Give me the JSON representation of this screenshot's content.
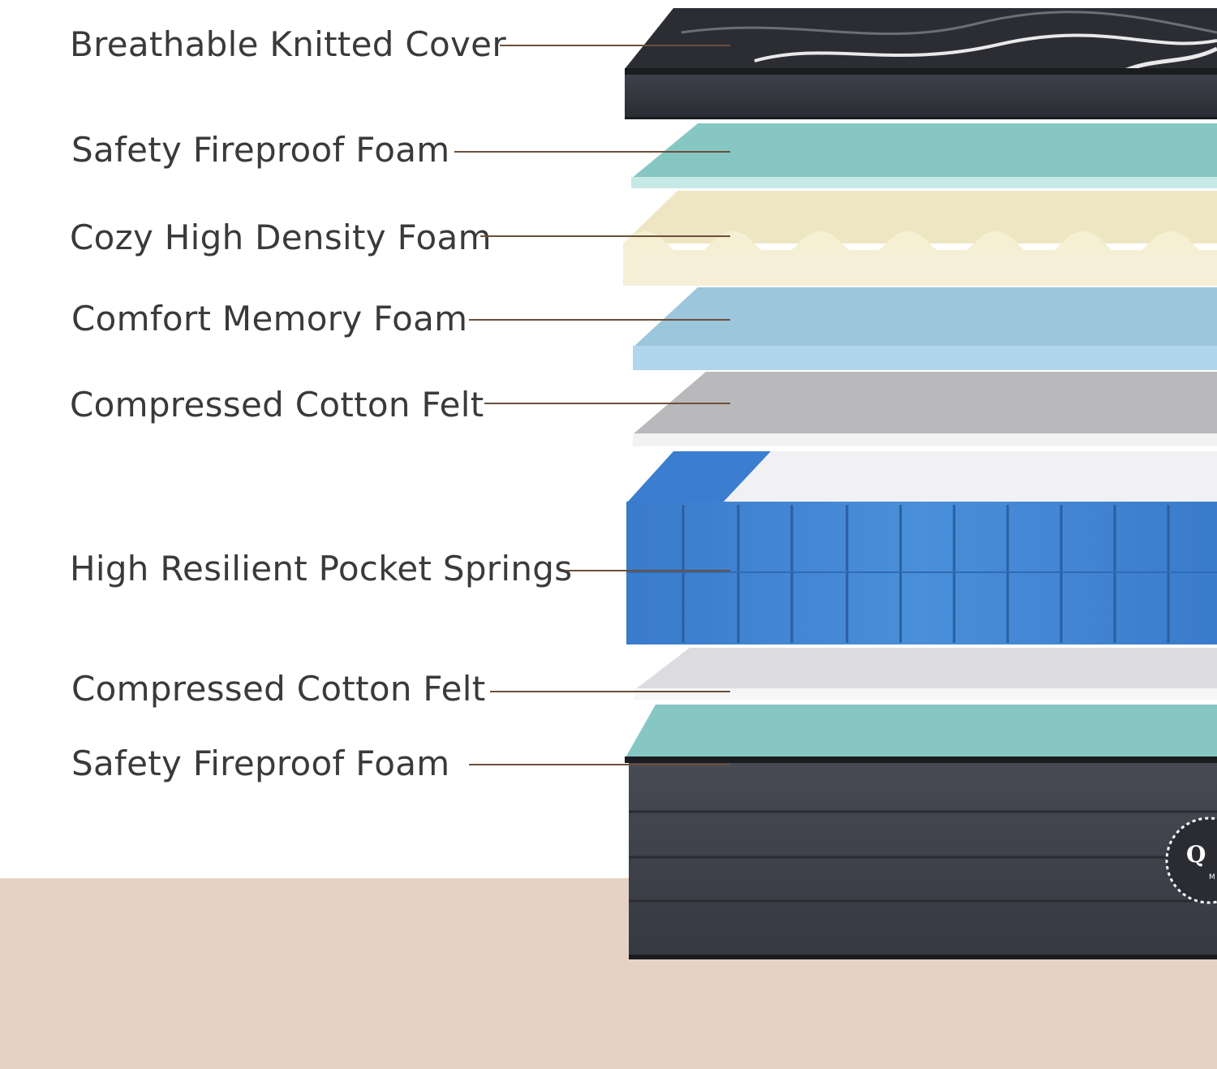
{
  "layers": [
    {
      "id": "cover",
      "label": "Breathable Knitted Cover"
    },
    {
      "id": "fireproof-top",
      "label": "Safety Fireproof Foam"
    },
    {
      "id": "high-density",
      "label": "Cozy High Density Foam"
    },
    {
      "id": "memory",
      "label": "Comfort Memory Foam"
    },
    {
      "id": "felt-top",
      "label": "Compressed Cotton Felt"
    },
    {
      "id": "springs",
      "label": "High Resilient Pocket Springs"
    },
    {
      "id": "felt-bottom",
      "label": "Compressed Cotton Felt"
    },
    {
      "id": "fireproof-bottom",
      "label": "Safety Fireproof Foam"
    }
  ],
  "logo": {
    "letter": "Q",
    "sub": "M"
  },
  "colors": {
    "cover": "#2b2d33",
    "fireproof": "#86c7c4",
    "high_density": "#f1ebcb",
    "memory": "#9cc6dc",
    "felt_top": "#b9b9bb",
    "springs": "#3d7fcf",
    "felt_bottom": "#dcdce0",
    "base": "#3d4049",
    "floor": "#e6d2c4",
    "leader": "#6b4f3c",
    "text": "#3a3a3a"
  }
}
